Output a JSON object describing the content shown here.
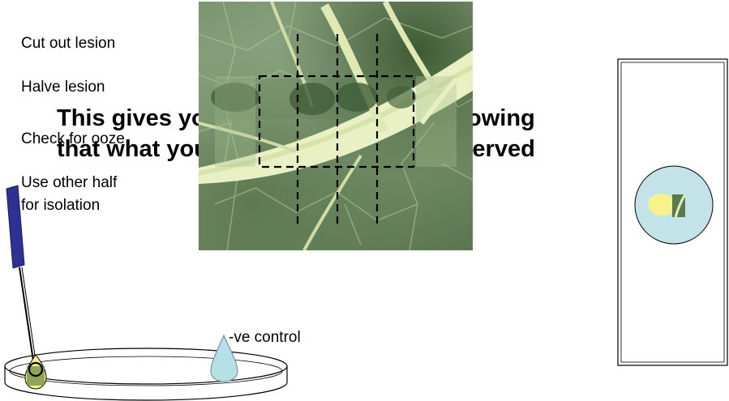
{
  "steps": {
    "cut": "Cut out lesion",
    "halve": "Halve lesion",
    "check": "Check for ooze",
    "use_line1": "Use other half",
    "use_line2": "for isolation"
  },
  "overlay": {
    "line1": "This gives you the best chance of knowing",
    "line2": "that what you isolate is what you observed"
  },
  "control_label": "-ve control",
  "colors": {
    "leaf_green": "#8fa884",
    "lesion_dark": "#3f5e3a",
    "vein": "#e6efc0",
    "loop_handle": "#2e3192",
    "plate_blue": "#c3e3e8",
    "water_drop": "#b6dfe6",
    "ooze_yellow": "#f6f28c"
  }
}
